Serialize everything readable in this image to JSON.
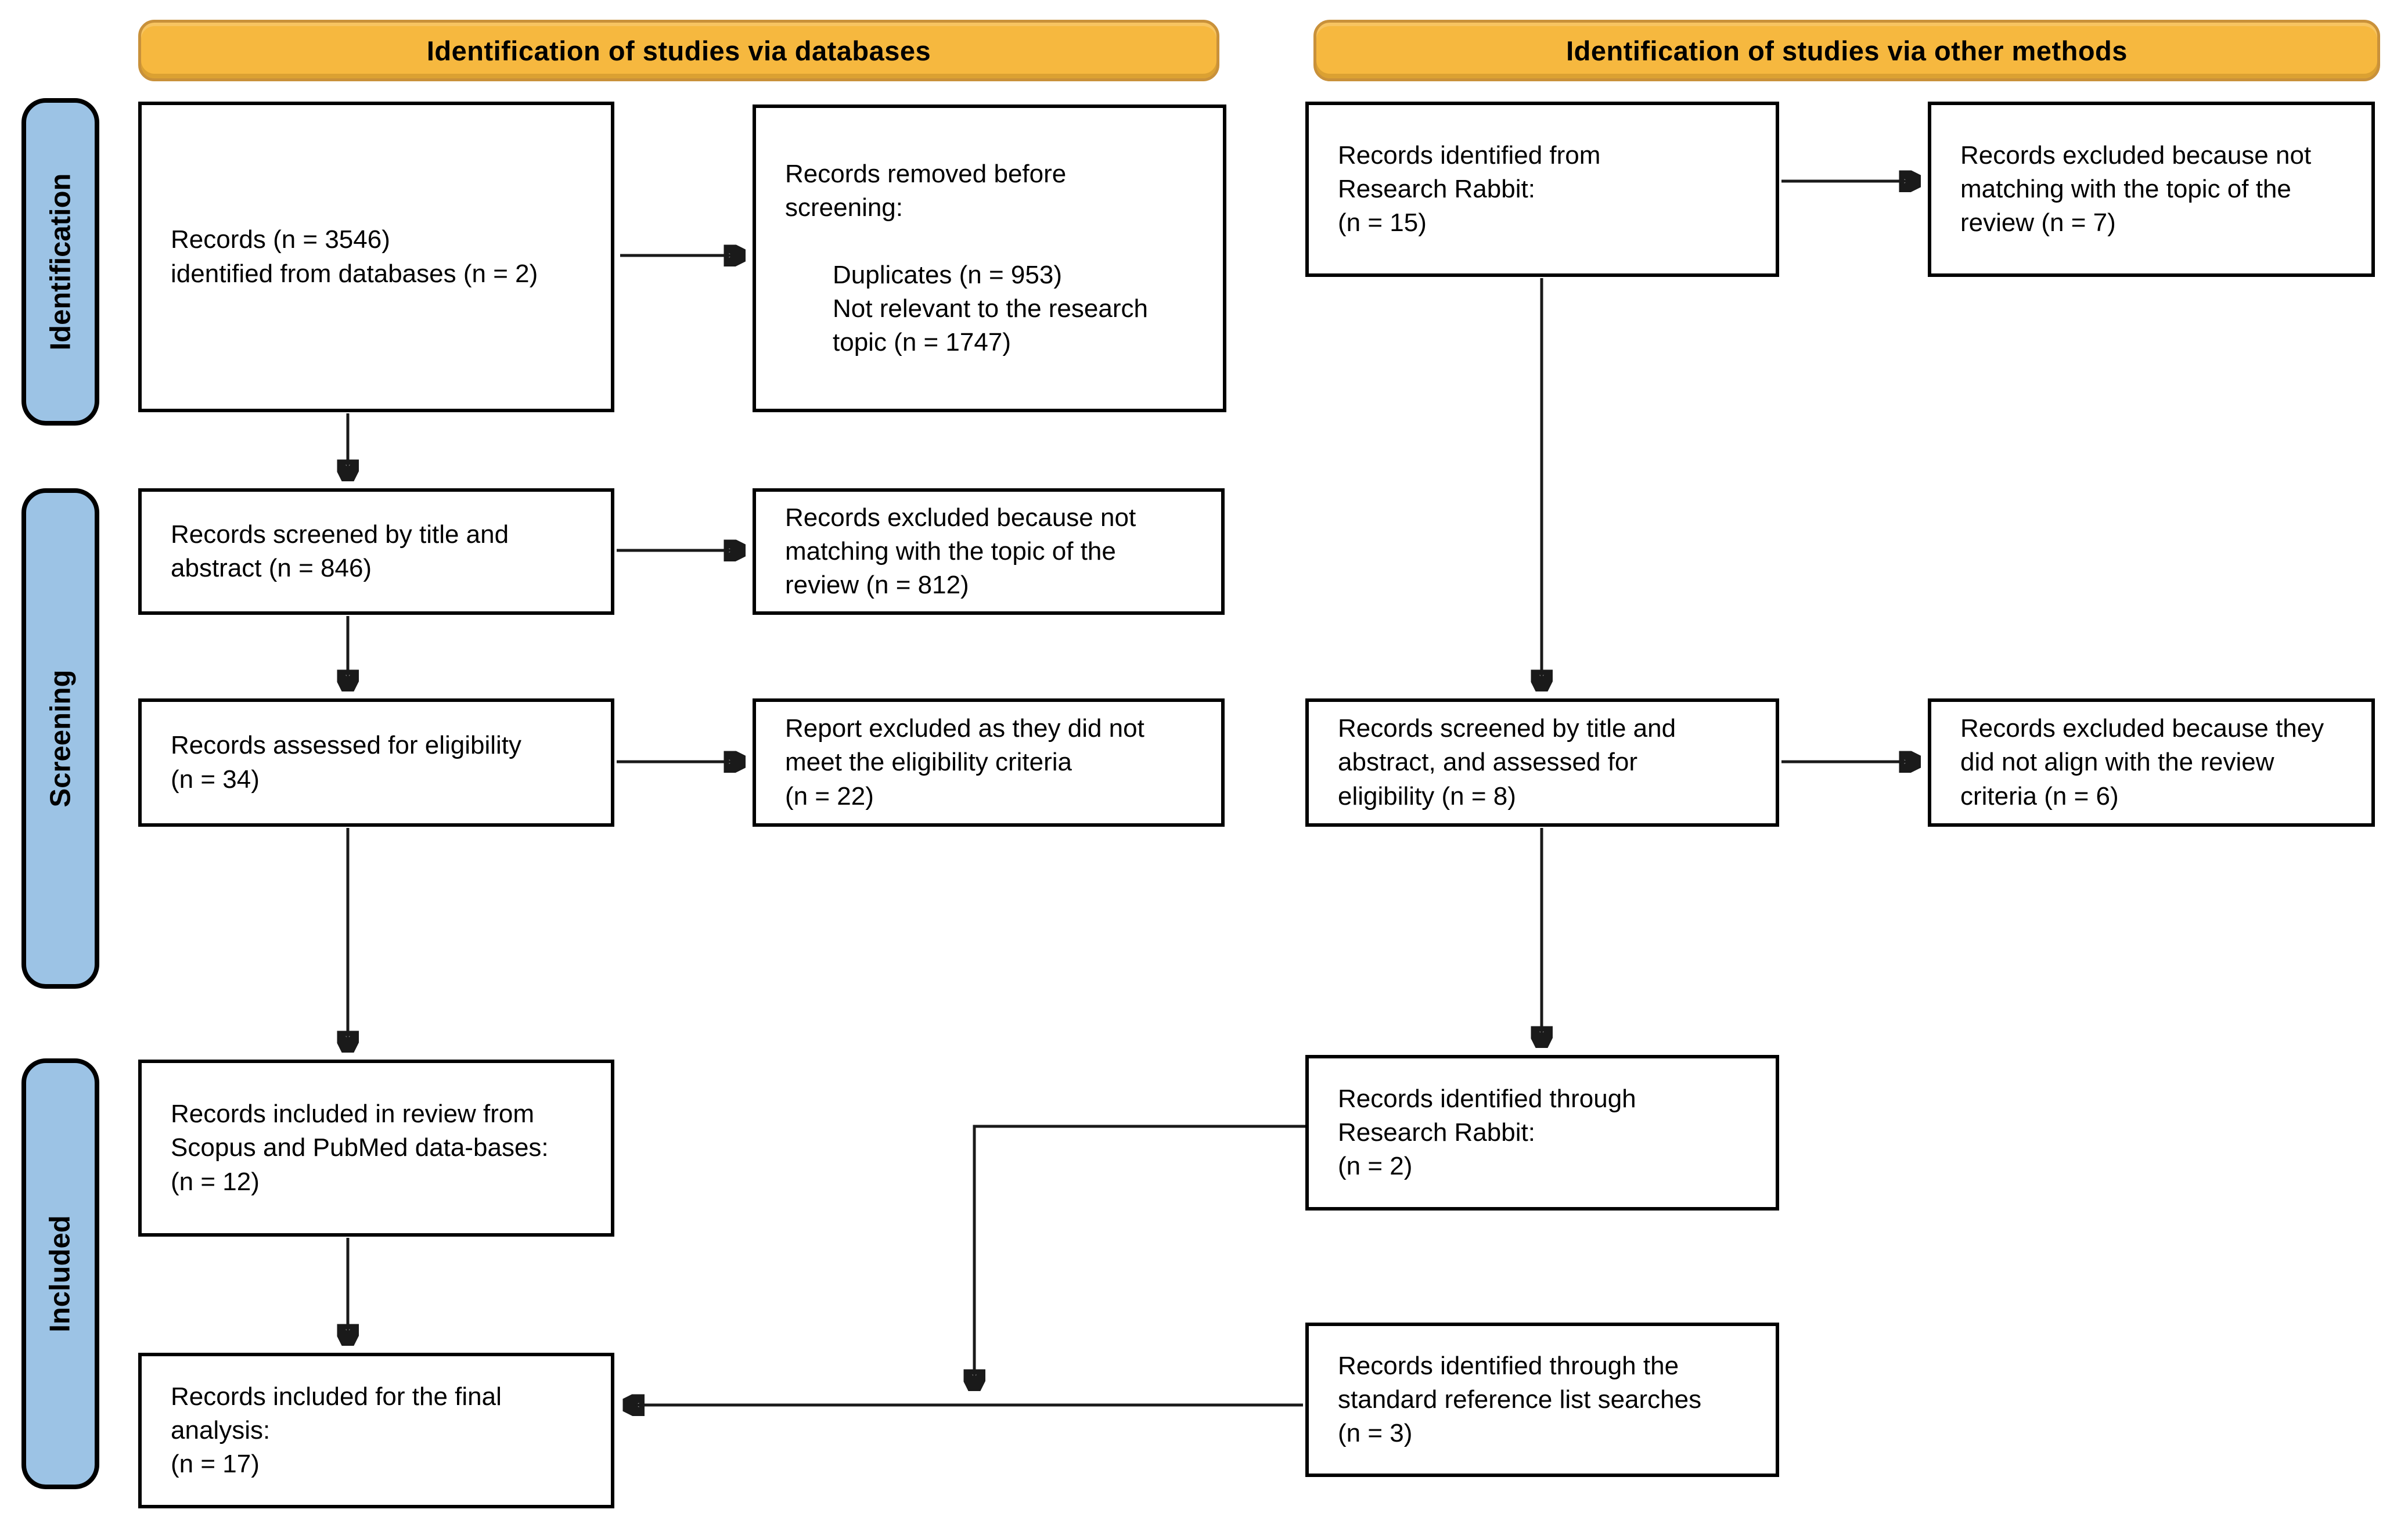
{
  "banners": {
    "databases": "Identification of studies via databases",
    "other_methods": "Identification of studies via other methods"
  },
  "stages": {
    "identification": "Identification",
    "screening": "Screening",
    "included": "Included"
  },
  "boxes": {
    "records_identified": "Records (n = 3546)\nidentified from databases (n = 2)",
    "removed_title": "Records removed before\nscreening:",
    "removed_items": "Duplicates (n = 953)\nNot relevant to the research\ntopic (n = 1747)",
    "screened_title_abstract": "Records screened by title and\nabstract (n = 846)",
    "excluded_topic_812": "Records excluded because not\nmatching with the topic of the\nreview (n = 812)",
    "assessed_eligibility": "Records assessed for eligibility\n(n = 34)",
    "report_excluded_22": "Report excluded as they did not\nmeet the eligibility criteria\n(n = 22)",
    "included_review_12": "Records included in review from\nScopus and PubMed data-bases:\n(n = 12)",
    "final_analysis_17": "Records included for the final\nanalysis:\n(n = 17)",
    "rr_identified_15": "Records identified from\nResearch Rabbit:\n(n = 15)",
    "rr_excluded_topic_7": "Records excluded because not\nmatching with the topic of the\nreview (n = 7)",
    "rr_screened_8": "Records screened by title and\nabstract, and assessed for\neligibility (n = 8)",
    "rr_excluded_criteria_6": "Records excluded because they\ndid not align with the review\ncriteria (n = 6)",
    "rr_included_2": "Records identified through\nResearch Rabbit:\n(n = 2)",
    "reference_list_3": "Records identified through the\nstandard reference list searches\n(n = 3)"
  },
  "colors": {
    "banner_fill": "#f6b83f",
    "banner_border": "#c9913a",
    "stage_fill": "#9cc3e5",
    "box_border": "#000000",
    "arrow": "#1a1a1a",
    "background": "#ffffff"
  }
}
